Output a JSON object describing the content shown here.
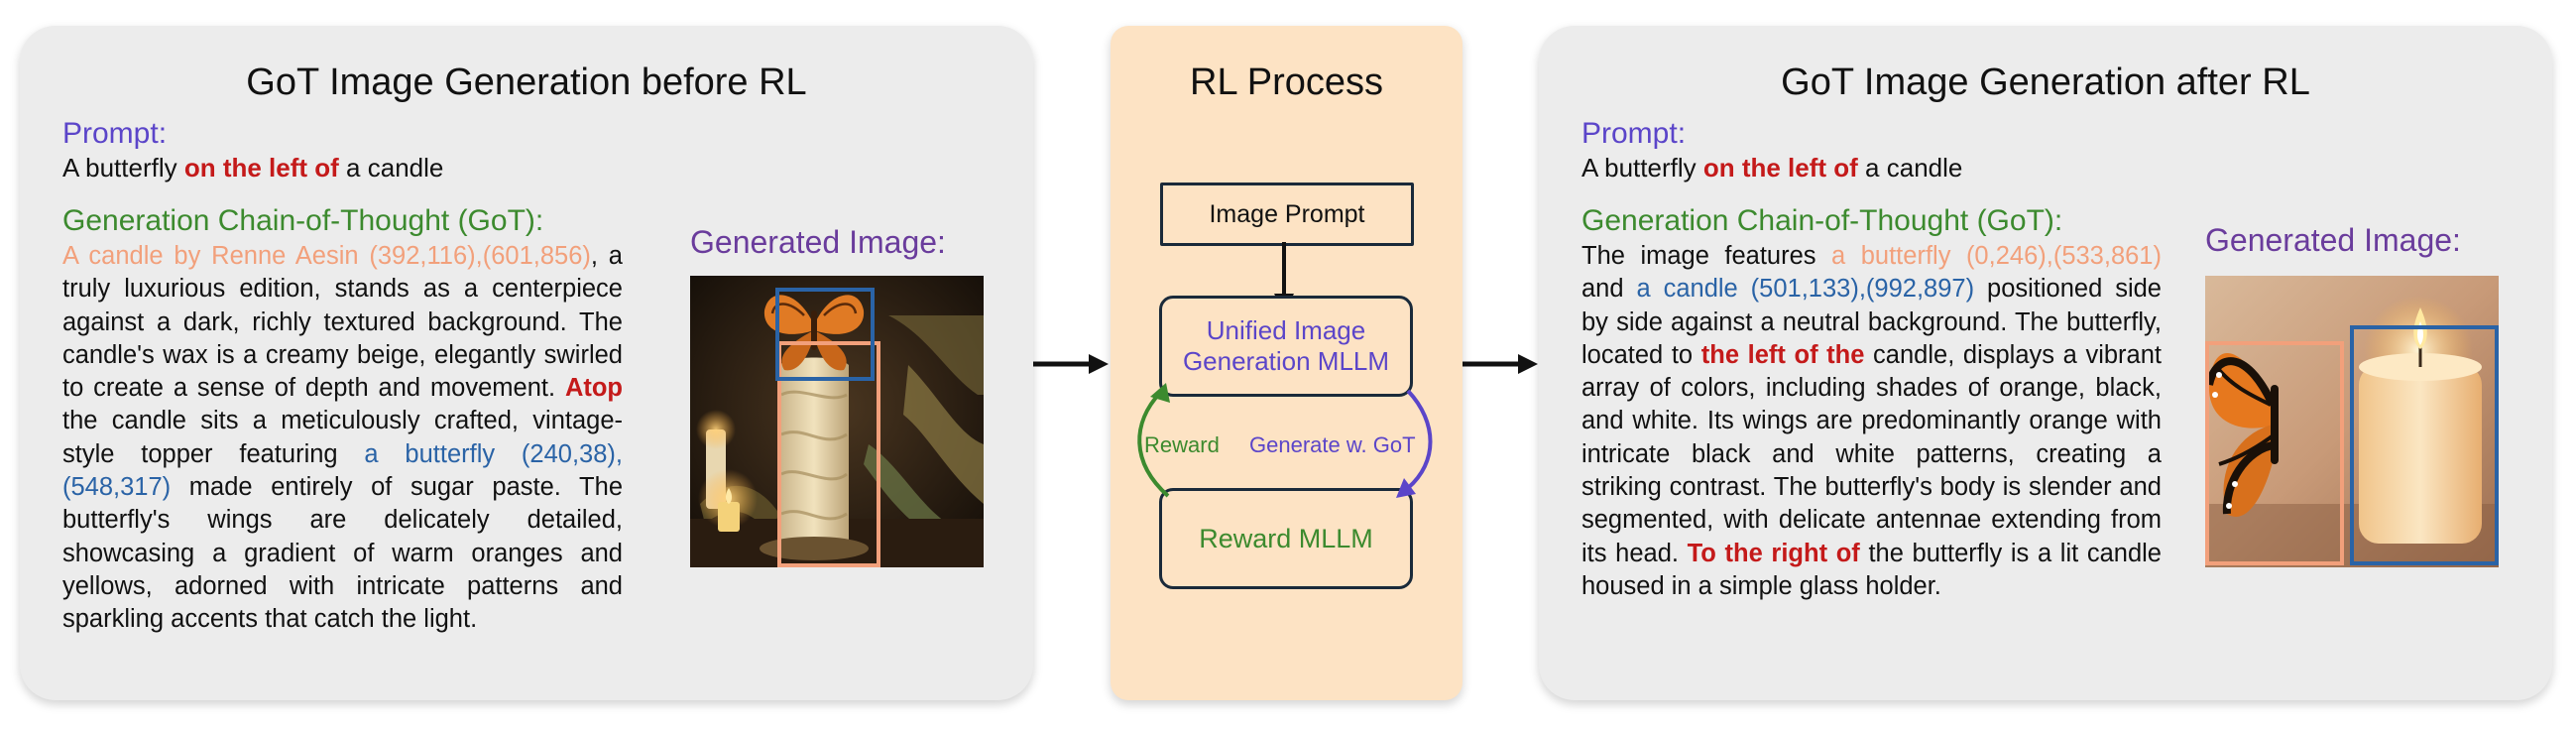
{
  "left_panel": {
    "title": "GoT Image Generation before RL",
    "prompt_heading": "Prompt:",
    "prompt_pre": "A butterfly ",
    "prompt_highlight": "on the left of",
    "prompt_post": " a candle",
    "got_heading": "Generation Chain-of-Thought (GoT):",
    "got_span1": "A candle by Renne Aesin (392,116),(601,856)",
    "got_text1": ", a truly luxurious edition, stands as a centerpiece against a dark, richly textured background. The candle's wax is a creamy beige, elegantly swirled to create a sense of depth and movement. ",
    "got_red": "Atop",
    "got_text2": " the candle sits a meticulously crafted, vintage-style topper featuring ",
    "got_span2": "a butterfly (240,38),(548,317)",
    "got_text3": " made entirely of sugar paste. The butterfly's wings are delicately detailed, showcasing a gradient of warm oranges and yellows, adorned with intricate patterns and sparkling accents that catch the light.",
    "gen_heading": "Generated Image:"
  },
  "middle_panel": {
    "title": "RL Process",
    "box_prompt": "Image Prompt",
    "box_unified": "Unified Image Generation MLLM",
    "box_reward": "Reward MLLM",
    "label_reward": "Reward",
    "label_generate": "Generate w. GoT"
  },
  "right_panel": {
    "title": "GoT Image Generation after RL",
    "prompt_heading": "Prompt:",
    "prompt_pre": "A butterfly ",
    "prompt_highlight": "on the left of",
    "prompt_post": " a candle",
    "got_heading": "Generation Chain-of-Thought (GoT):",
    "got_text1": "The image features ",
    "got_span1": "a butterfly (0,246),(533,861)",
    "got_text2": " and ",
    "got_span2": "a candle (501,133),(992,897)",
    "got_text3": " positioned side by side against a neutral background. The butterfly, located to ",
    "got_red1": "the left of the",
    "got_text4": " candle, displays a vibrant array of colors, including shades of orange, black, and white. Its wings are predominantly orange with intricate black and white patterns, creating a striking contrast. The butterfly's body is slender and segmented, with delicate antennae extending from its head. ",
    "got_red2": "To the right of",
    "got_text5": " the butterfly is a lit candle housed in a simple glass holder.",
    "gen_heading": "Generated Image:"
  },
  "colors": {
    "prompt": "#5b45c9",
    "got": "#3c8a2e",
    "generated": "#6a3c9c",
    "highlight_red": "#c41a1a",
    "peach_span": "#f2a07b",
    "blue_span": "#2a63a6",
    "panel_bg": "#ececec",
    "rl_bg": "#fde3c4"
  }
}
